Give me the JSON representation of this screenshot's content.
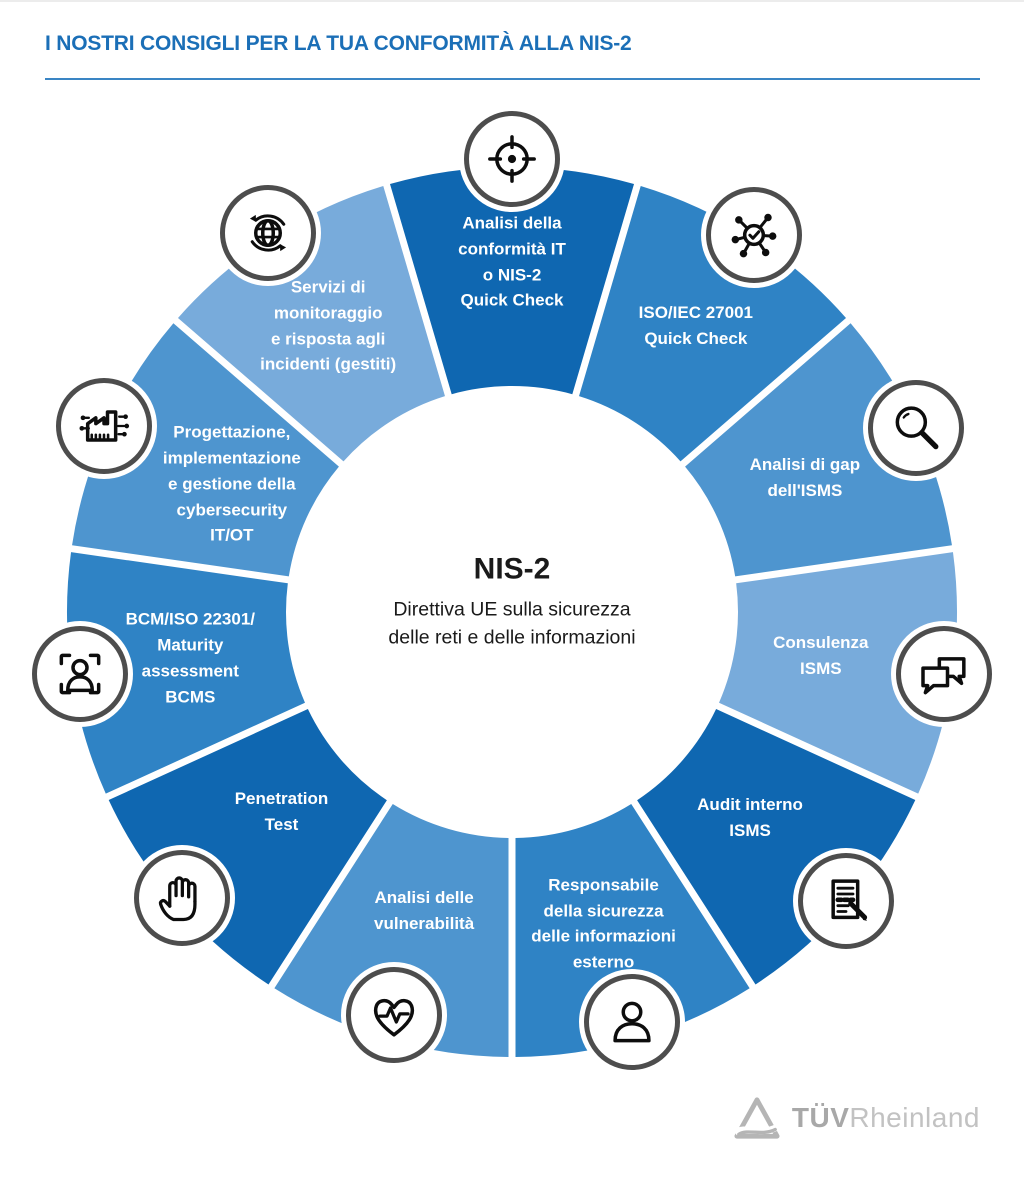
{
  "header": {
    "title": "I NOSTRI CONSIGLI PER LA TUA CONFORMITÀ ALLA NIS-2",
    "title_color": "#1B6FB7",
    "divider_color": "#3A85C4"
  },
  "center": {
    "title": "NIS-2",
    "subtitle": "Direttiva UE sulla sicurezza\ndelle reti e delle informazioni"
  },
  "wheel": {
    "type": "circular-segment-diagram",
    "segment_count": 11,
    "palette": {
      "dark": "#0F67B1",
      "medium": "#2F83C5",
      "medium_light": "#4E95CF",
      "light": "#78ABDB"
    },
    "segments": [
      {
        "label": "Analisi della\nconformità IT\no NIS-2\nQuick Check",
        "color": "#0F67B1",
        "icon": "target-icon"
      },
      {
        "label": "ISO/IEC 27001\nQuick Check",
        "color": "#2F83C5",
        "icon": "network-check-icon"
      },
      {
        "label": "Analisi di gap\ndell'ISMS",
        "color": "#4E95CF",
        "icon": "magnifier-icon"
      },
      {
        "label": "Consulenza\nISMS",
        "color": "#78ABDB",
        "icon": "speech-bubbles-icon"
      },
      {
        "label": "Audit interno\nISMS",
        "color": "#0F67B1",
        "icon": "document-pen-icon"
      },
      {
        "label": "Responsabile\ndella sicurezza\ndelle informazioni\nesterno",
        "color": "#2F83C5",
        "icon": "person-icon"
      },
      {
        "label": "Analisi delle\nvulnerabilità",
        "color": "#4E95CF",
        "icon": "heart-pulse-icon"
      },
      {
        "label": "Penetration\nTest",
        "color": "#0F67B1",
        "icon": "hand-icon"
      },
      {
        "label": "BCM/ISO 22301/\nMaturity\nassessment\nBCMS",
        "color": "#2F83C5",
        "icon": "person-frame-icon"
      },
      {
        "label": "Progettazione,\nimplementazione\ne gestione della\ncybersecurity\nIT/OT",
        "color": "#4E95CF",
        "icon": "factory-icon"
      },
      {
        "label": "Servizi di\nmonitoraggio\ne risposta agli\nincidenti (gestiti)",
        "color": "#78ABDB",
        "icon": "globe-sync-icon"
      }
    ]
  },
  "logo": {
    "tuv": "TÜV",
    "rheinland": "Rheinland",
    "color": "#B5B5B5"
  }
}
